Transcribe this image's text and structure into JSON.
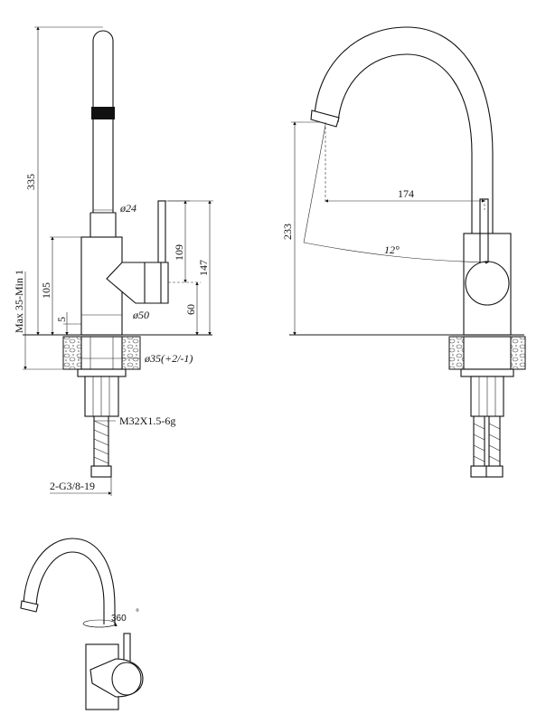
{
  "dims": {
    "height_335": "335",
    "diam_24": "ø24",
    "height_109": "109",
    "height_147": "147",
    "height_105": "105",
    "mount_range": "Max 35-Min 1",
    "height_5": "5",
    "diam_50": "ø50",
    "height_60": "60",
    "hole_35": "ø35(+2/-1)",
    "thread_m32": "M32X1.5-6g",
    "hose_g38": "2-G3/8-19",
    "reach_174": "174",
    "height_233": "233",
    "angle_12": "12°",
    "rotation_360": "360"
  },
  "colors": {
    "line": "#111111",
    "background": "#ffffff",
    "hatch": "#555555"
  }
}
